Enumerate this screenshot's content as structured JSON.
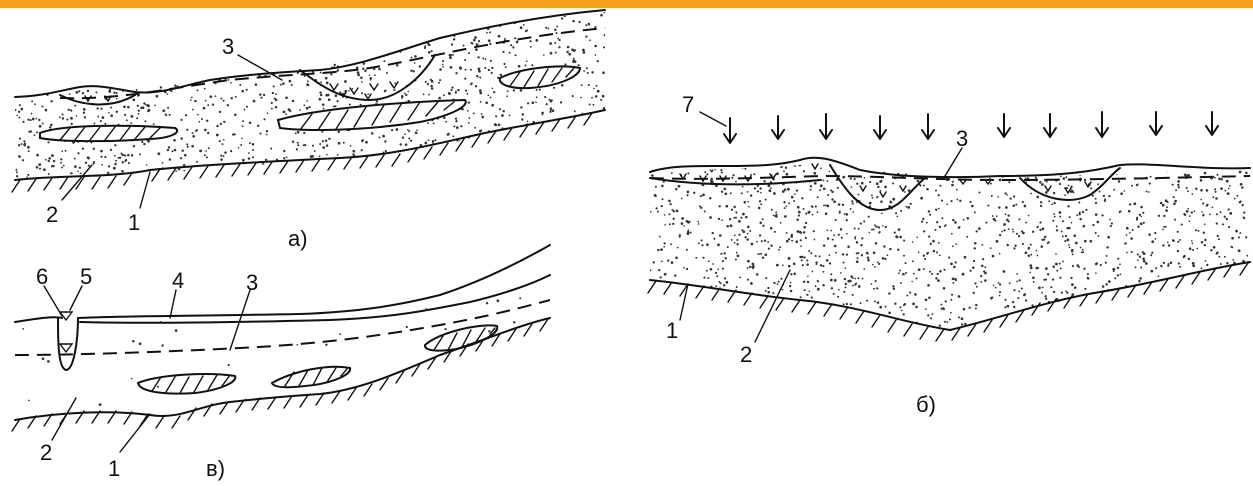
{
  "accent_color": "#f5a11c",
  "panels": {
    "a": {
      "caption": "а)",
      "labels": {
        "l1": "1",
        "l2": "2",
        "l3": "3"
      }
    },
    "b": {
      "caption": "б)",
      "labels": {
        "l1": "1",
        "l2": "2",
        "l3": "3",
        "l7": "7"
      }
    },
    "c": {
      "caption": "в)",
      "labels": {
        "l1": "1",
        "l2": "2",
        "l3": "3",
        "l4": "4",
        "l5": "5",
        "l6": "6"
      }
    }
  }
}
